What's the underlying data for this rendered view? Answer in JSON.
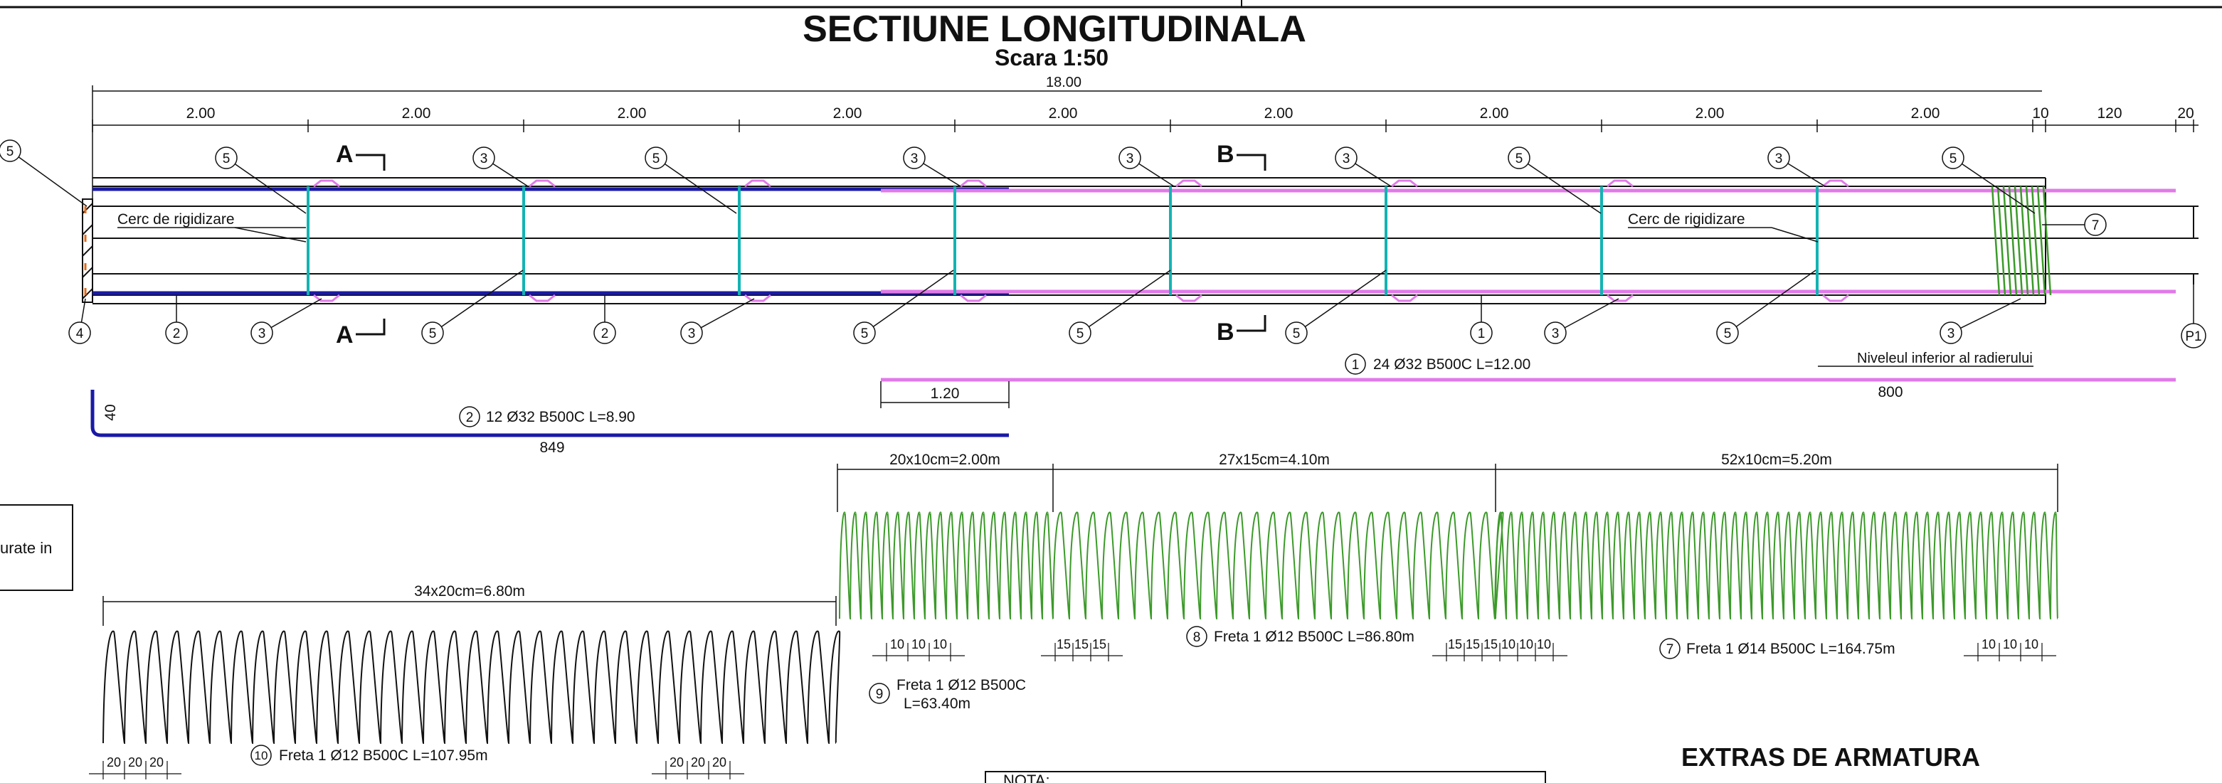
{
  "title": "SECTIUNE LONGITUDINALA",
  "subtitle": "Scara  1:50",
  "extras_title": "EXTRAS DE ARMATURA",
  "nota_label": "NOTA:",
  "left_box_text": "urate in",
  "dims": {
    "overall": "18.00",
    "segments": [
      "2.00",
      "2.00",
      "2.00",
      "2.00",
      "2.00",
      "2.00",
      "2.00",
      "2.00",
      "2.00"
    ],
    "end_10": "10",
    "end_120": "120",
    "end_20": "20"
  },
  "section_labels": {
    "A_top": "A",
    "A_bottom": "A",
    "B_top": "B",
    "B_bottom": "B"
  },
  "notes": {
    "rigid_left": "Cerc de rigidizare",
    "rigid_right": "Cerc de rigidizare",
    "level": "Niveleul inferior al radierului"
  },
  "markers": {
    "top": [
      "5",
      "5",
      "3",
      "5",
      "3",
      "3",
      "3",
      "5",
      "3",
      "5"
    ],
    "bottom": [
      "4",
      "2",
      "3",
      "5",
      "2",
      "3",
      "5",
      "5",
      "5",
      "1",
      "3",
      "5",
      "3"
    ],
    "side_7": "7",
    "p1": "P1"
  },
  "bars": {
    "bar1": {
      "num": "1",
      "label": "24 Ø32 B500C L=12.00",
      "len_label": "800",
      "hook_label": "1.20"
    },
    "bar2": {
      "num": "2",
      "label": "12 Ø32 B500C L=8.90",
      "len_label": "849",
      "hook_label": "40"
    }
  },
  "spirals": {
    "s8_spacings": [
      "20x10cm=2.00m",
      "27x15cm=4.10m",
      "52x10cm=5.20m"
    ],
    "s10_spacing": "34x20cm=6.80m",
    "f8": {
      "num": "8",
      "label": "Freta 1 Ø12 B500C L=86.80m"
    },
    "f7": {
      "num": "7",
      "label": "Freta 1 Ø14 B500C L=164.75m"
    },
    "f9": {
      "num": "9",
      "label_1": "Freta 1 Ø12 B500C",
      "label_2": "L=63.40m"
    },
    "f10": {
      "num": "10",
      "label": "Freta 1 Ø12 B500C L=107.95m"
    },
    "pitch_a": [
      "10",
      "10",
      "10"
    ],
    "pitch_b": [
      "15",
      "15",
      "15"
    ],
    "pitch_c": [
      "15",
      "15",
      "15",
      "10",
      "10",
      "10"
    ],
    "pitch_d": [
      "10",
      "10",
      "10"
    ],
    "pitch_e": [
      "20",
      "20",
      "20"
    ],
    "pitch_f": [
      "20",
      "20",
      "20"
    ]
  },
  "colors": {
    "blue": "#1a1aa6",
    "magenta": "#e07ae8",
    "cyan": "#13b3b3",
    "green": "#3c9a2a",
    "black": "#111111",
    "orange": "#e06a1a"
  }
}
